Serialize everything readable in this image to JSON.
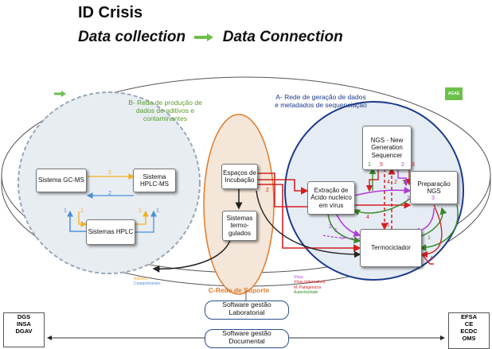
{
  "header": {
    "title": "ID Crisis",
    "left_word": "Data collection",
    "right_word": "Data Connection"
  },
  "badge": "AGAE",
  "groups": {
    "b_label": "B- Rede de produção de dados de aditivos e contaminantes",
    "a_label": "A- Rede de geração de dados e metadados de sequenciação",
    "c_label": "C-Rede de Suporte"
  },
  "boxes": {
    "gcms": "Sistema GC-MS",
    "hplcms": "Sistema HPLC-MS",
    "hplc": "Sistemas HPLC",
    "incubacao": "Espaços de Incubação",
    "termoregulados": "Sistemas termo-gulados",
    "ngs": "NGS - New Generation Sequencer",
    "extracao": "Extração de Ácido nucleico em vírus",
    "preparacao": "Preparação NGS",
    "termociclador": "Termociclador"
  },
  "edge_labels": {
    "b": [
      "2",
      "2",
      "1",
      "1",
      "1",
      "1"
    ],
    "a": [
      "2",
      "5",
      "1",
      "2",
      "3",
      "1",
      "4",
      "2",
      "4",
      "5",
      "1",
      "3",
      "2",
      "1",
      "2",
      "3",
      "4"
    ]
  },
  "legend_b": [
    "Aditivos",
    "Contaminantes"
  ],
  "legend_a": [
    "Vírus",
    "Vírus (alternativo)",
    "M. Patogénicos",
    "Autenticidade"
  ],
  "bottom": {
    "left_lines": [
      "DGS",
      "INSA",
      "DGAV"
    ],
    "right_lines": [
      "EFSA",
      "CE",
      "ECDC",
      "OMS"
    ],
    "caps": [
      "Software gestão Laboratorial",
      "Software gestão Documental"
    ]
  },
  "colors": {
    "green": "#5a9a2a",
    "blue": "#1b3a8c",
    "orange": "#e07b2a",
    "gold": "#f2b01e",
    "lightblue": "#4a8fd6",
    "red": "#d42020",
    "purple": "#b03cd8",
    "darkgreen": "#3a8a2a"
  }
}
